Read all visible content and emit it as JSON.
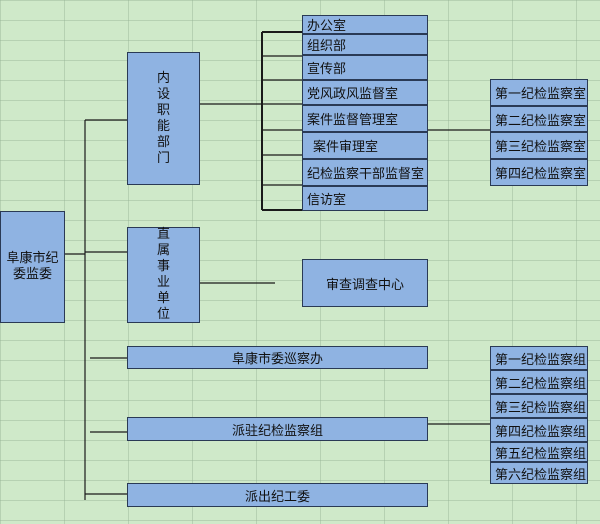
{
  "root": {
    "label": "阜康市纪委监委"
  },
  "internal_depts": {
    "label": "内设职能部门",
    "items": [
      "办公室",
      "组织部",
      "宣传部",
      "党风政风监督室",
      "案件监督管理室",
      "案件审理室",
      "纪检监察干部监督室",
      "信访室"
    ]
  },
  "inspection_rooms": [
    "第一纪检监察室",
    "第二纪检监察室",
    "第三纪检监察室",
    "第四纪检监察室"
  ],
  "affiliated_units": {
    "label": "直属事业单位",
    "child": "审查调查中心"
  },
  "inspection_office": {
    "label": "阜康市委巡察办"
  },
  "resident_groups": {
    "label": "派驻纪检监察组",
    "items": [
      "第一纪检监察组",
      "第二纪检监察组",
      "第三纪检监察组",
      "第四纪检监察组",
      "第五纪检监察组",
      "第六纪检监察组"
    ]
  },
  "dispatched": {
    "label": "派出纪工委"
  }
}
